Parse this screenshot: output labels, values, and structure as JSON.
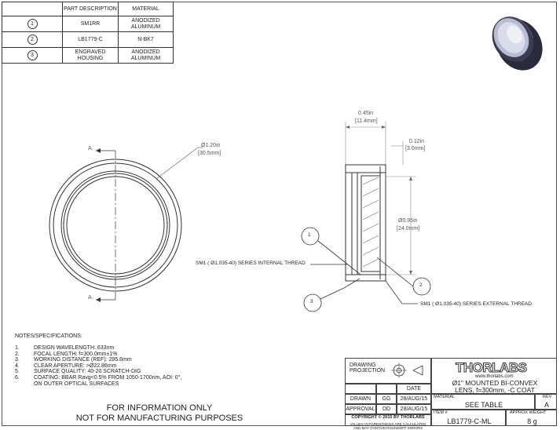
{
  "parts_table": {
    "headers": [
      "",
      "PART DESCRIPTION",
      "MATERIAL"
    ],
    "rows": [
      {
        "num": "1",
        "desc": "SM1RR",
        "material": "ANODIZED ALUMINUM"
      },
      {
        "num": "2",
        "desc": "LB1779-C",
        "material": "N-BK7"
      },
      {
        "num": "3",
        "desc": "ENGRAVED HOUSING",
        "material": "ANODIZED ALUMINUM"
      }
    ]
  },
  "front_view": {
    "diameter": "Ø1.20in",
    "diameter_mm": "[30.5mm]",
    "section_label_top": "A",
    "section_label_bottom": "A"
  },
  "side_view": {
    "width": "0.45in",
    "width_mm": "[11.4mm]",
    "thread_depth": "0.12in",
    "thread_depth_mm": "[3.0mm]",
    "inner_dia": "Ø0.95in",
    "inner_dia_mm": "[24.0mm]",
    "callout_1": "1",
    "callout_2": "2",
    "callout_3": "3",
    "internal_thread": "SM1 ( Ø1.035-40) SERIES INTERNAL THREAD",
    "external_thread": "SM1 ( Ø1.035-40) SERIES EXTERNAL THREAD"
  },
  "notes": {
    "title": "NOTES/SPECIFICATIONS:",
    "items": [
      {
        "n": "1.",
        "text": "DESIGN WAVELENGTH: 633nm"
      },
      {
        "n": "2.",
        "text": "FOCAL LENGTH: f=300.0mm±1%"
      },
      {
        "n": "3.",
        "text": "WORKING DISTANCE (REF): 295.6mm"
      },
      {
        "n": "4.",
        "text": "CLEAR APERTURE: >Ø22.86mm"
      },
      {
        "n": "5.",
        "text": "SURFACE QUALITY: 40-20 SCRATCH-DIG"
      },
      {
        "n": "6.",
        "text": "COATING: BBAR Ravg<0.5% FROM 1050-1700nm, AOI: 0°,"
      },
      {
        "n": "",
        "text": "ON OUTER OPTICAL SURFACES"
      }
    ]
  },
  "disclaimer": {
    "line1": "FOR INFORMATION ONLY",
    "line2": "NOT FOR MANUFACTURING PURPOSES"
  },
  "title_block": {
    "projection_label": "DRAWING PROJECTION",
    "drawn_label": "DRAWN",
    "drawn_by": "GG",
    "drawn_date": "28/AUG/15",
    "approval_label": "APPROVAL",
    "approved_by": "DD",
    "approved_date": "28/AUG/15",
    "date_label": "DATE",
    "copyright": "COPYRIGHT © 2015 BY THORLABS",
    "disclaimer_small_1": "VALUES IN PARENTHESIS ARE CALCULATED",
    "disclaimer_small_2": "AND MAY CONTAIN ROUNDOFF ERRORS",
    "logo": "THORLABS",
    "website": "www.thorlabs.com",
    "title_line1": "Ø1\" MOUNTED BI-CONVEX",
    "title_line2": "LENS, f=300mm, -C COAT",
    "material_label": "MATERIAL",
    "material_value": "SEE TABLE",
    "rev_label": "REV",
    "rev_value": "A",
    "item_label": "ITEM #",
    "item_value": "LB1779-C-ML",
    "weight_label": "APPROX WEIGHT",
    "weight_value": "8 g"
  },
  "colors": {
    "line": "#333333",
    "dim": "#666666",
    "lens_hatch": "#444444"
  }
}
